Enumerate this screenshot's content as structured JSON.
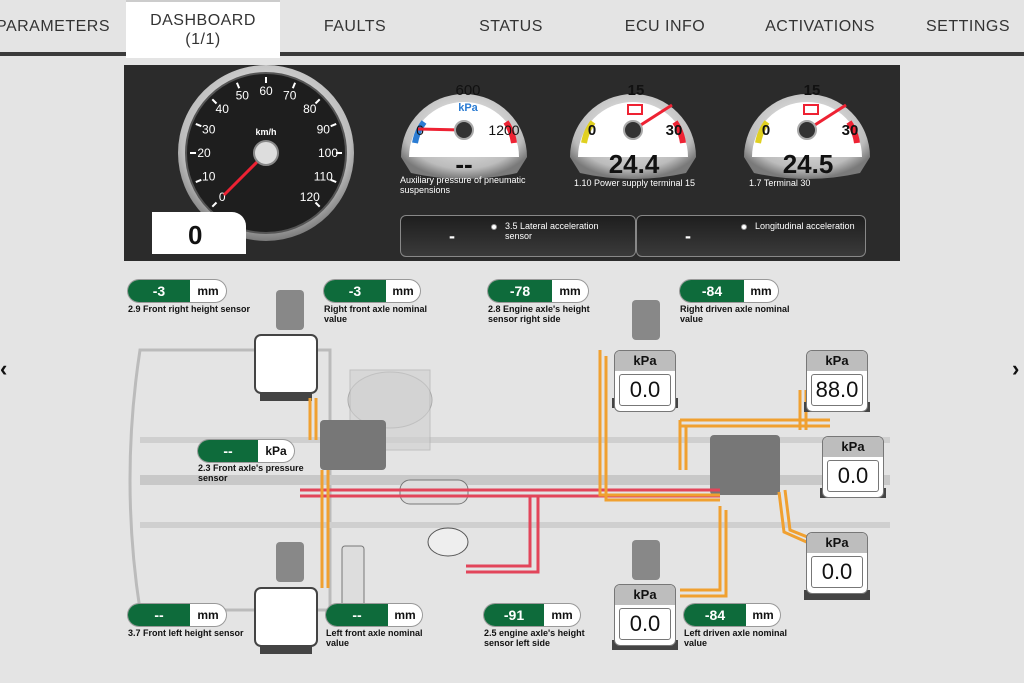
{
  "tabs": [
    {
      "label": "PARAMETERS",
      "active": false
    },
    {
      "label": "DASHBOARD",
      "sub": "(1/1)",
      "active": true
    },
    {
      "label": "FAULTS",
      "active": false
    },
    {
      "label": "STATUS",
      "active": false
    },
    {
      "label": "ECU INFO",
      "active": false
    },
    {
      "label": "ACTIVATIONS",
      "active": false
    },
    {
      "label": "SETTINGS",
      "active": false
    }
  ],
  "dashboard": {
    "speedometer": {
      "unit": "km/h",
      "ticks": [
        "0",
        "10",
        "20",
        "30",
        "40",
        "50",
        "60",
        "70",
        "80",
        "90",
        "100",
        "110",
        "120"
      ],
      "value": "0"
    },
    "pressure_gauge": {
      "unit": "kPa",
      "ticks": [
        "0",
        "600",
        "1200"
      ],
      "value": "--",
      "caption": "Auxiliary pressure of pneumatic suspensions"
    },
    "supply_gauge": {
      "ticks": [
        "0",
        "15",
        "30"
      ],
      "value": "24.4",
      "caption": "1.10 Power supply terminal 15"
    },
    "terminal_gauge": {
      "ticks": [
        "0",
        "15",
        "30"
      ],
      "value": "24.5",
      "caption": "1.7 Terminal 30"
    },
    "lateral": {
      "value": "-",
      "label": "3.5 Lateral acceleration sensor"
    },
    "longitudinal": {
      "value": "-",
      "label": "Longitudinal acceleration"
    }
  },
  "sensors": {
    "front_right_height": {
      "value": "-3",
      "unit": "mm",
      "label": "2.9 Front right height sensor"
    },
    "right_front_nominal": {
      "value": "-3",
      "unit": "mm",
      "label": "Right front axle nominal value"
    },
    "engine_right_height": {
      "value": "-78",
      "unit": "mm",
      "label": "2.8 Engine axle's height sensor right side"
    },
    "right_driven_nominal": {
      "value": "-84",
      "unit": "mm",
      "label": "Right driven axle nominal value"
    },
    "front_pressure": {
      "value": "--",
      "unit": "kPa",
      "label": "2.3 Front axle's pressure sensor"
    },
    "front_left_height": {
      "value": "--",
      "unit": "mm",
      "label": "3.7 Front left height sensor"
    },
    "left_front_nominal": {
      "value": "--",
      "unit": "mm",
      "label": "Left front axle nominal value"
    },
    "engine_left_height": {
      "value": "-91",
      "unit": "mm",
      "label": "2.5 engine axle's height sensor left side"
    },
    "left_driven_nominal": {
      "value": "-84",
      "unit": "mm",
      "label": "Left driven axle nominal value"
    }
  },
  "bellows": {
    "rear_right_inner": {
      "unit": "kPa",
      "value": "0.0"
    },
    "rear_right_outer": {
      "unit": "kPa",
      "value": "88.0"
    },
    "rear_mid": {
      "unit": "kPa",
      "value": "0.0"
    },
    "rear_left_outer": {
      "unit": "kPa",
      "value": "0.0"
    },
    "rear_left_inner": {
      "unit": "kPa",
      "value": "0.0"
    }
  },
  "colors": {
    "accent_green": "#0e6b3b",
    "pipe_red": "#e2455a",
    "pipe_orange": "#f0a030",
    "panel": "#2b2b2b"
  },
  "nav": {
    "left": "‹",
    "right": "›"
  }
}
